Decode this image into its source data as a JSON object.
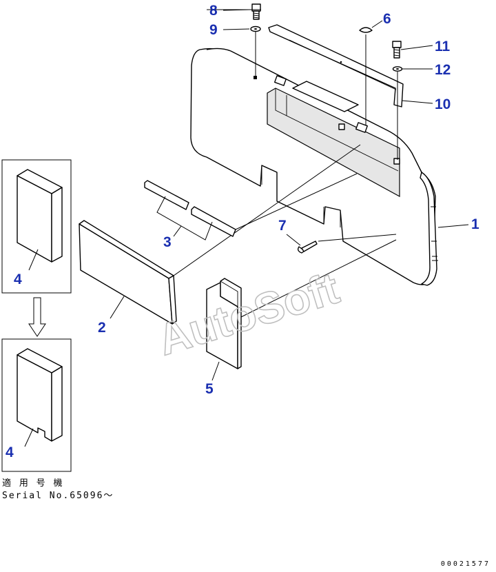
{
  "callouts": {
    "c1": "1",
    "c2": "2",
    "c3": "3",
    "c4a": "4",
    "c4b": "4",
    "c5": "5",
    "c6": "6",
    "c7": "7",
    "c8": "8",
    "c9": "9",
    "c10": "10",
    "c11": "11",
    "c12": "12"
  },
  "watermark": "AutoSoft",
  "applicability": {
    "heading": "適 用 号 機",
    "serial": "Serial No.65096～"
  },
  "document_number": "00021577",
  "colors": {
    "callout": "#1a2fb0",
    "watermark": "#bfbfbf"
  }
}
